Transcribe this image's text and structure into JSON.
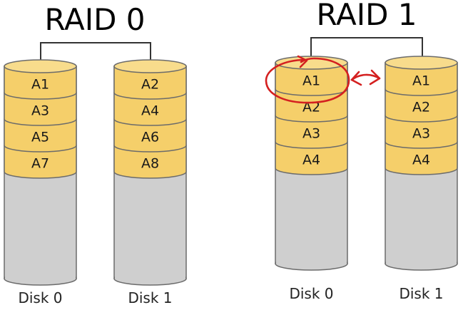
{
  "raid0": {
    "title": "RAID 0",
    "disks": [
      {
        "label": "Disk 0",
        "blocks": [
          "A1",
          "A3",
          "A5",
          "A7"
        ]
      },
      {
        "label": "Disk 1",
        "blocks": [
          "A2",
          "A4",
          "A6",
          "A8"
        ]
      }
    ]
  },
  "raid1": {
    "title": "RAID 1",
    "disks": [
      {
        "label": "Disk 0",
        "blocks": [
          "A1",
          "A2",
          "A3",
          "A4"
        ]
      },
      {
        "label": "Disk 1",
        "blocks": [
          "A1",
          "A2",
          "A3",
          "A4"
        ]
      }
    ]
  },
  "colors": {
    "block_fill": "#f5cf6a",
    "block_top": "#f8dc8c",
    "block_stroke": "#6b6b6b",
    "empty_fill": "#cfcfcf",
    "annotation": "#d42020"
  }
}
